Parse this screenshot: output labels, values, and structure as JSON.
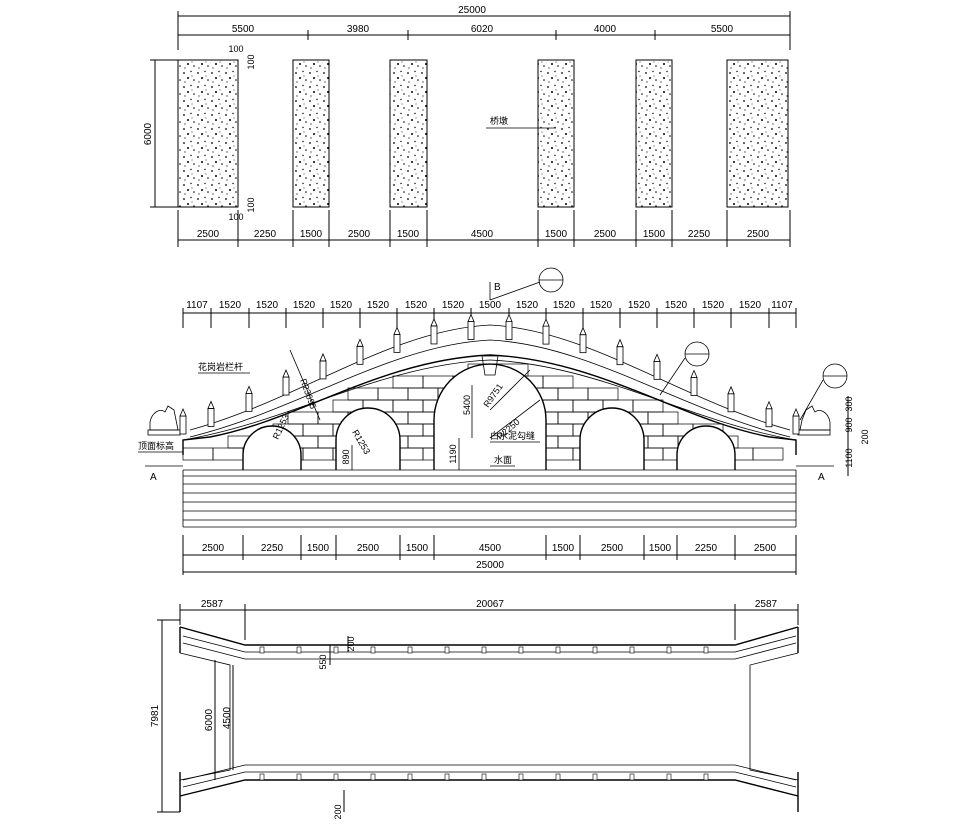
{
  "plan_top": {
    "overall": "25000",
    "upper_dims": [
      "5500",
      "3980",
      "6020",
      "4000",
      "5500"
    ],
    "lower_dims": [
      "2500",
      "2250",
      "1500",
      "2500",
      "1500",
      "4500",
      "1500",
      "2500",
      "1500",
      "2250",
      "2500"
    ],
    "height": "6000",
    "offset_top": "100",
    "offset_side_top": "100",
    "offset_bottom": "100",
    "offset_side_bottom": "100",
    "pier_label": "桥墩"
  },
  "elevation": {
    "top_dims": [
      "1107",
      "1520",
      "1520",
      "1520",
      "1520",
      "1520",
      "1520",
      "1520",
      "1500",
      "1520",
      "1520",
      "1520",
      "1520",
      "1520",
      "1520",
      "1520",
      "1107"
    ],
    "section_B": "B",
    "section_A_left": "A",
    "section_A_right": "A",
    "bottom_dims": [
      "2500",
      "2250",
      "1500",
      "2500",
      "1500",
      "4500",
      "1500",
      "2500",
      "1500",
      "2250",
      "2500"
    ],
    "overall": "25000",
    "r_outer": "R23695",
    "r_mid": "R9751",
    "r_inner": "R2250",
    "r_small_left": "R1253",
    "r_small2": "R1253",
    "h_5400": "5400",
    "h_1190": "1190",
    "h_890": "890",
    "right_dims": [
      "1100",
      "900",
      "300",
      "200"
    ],
    "note_left": "花岗岩栏杆",
    "note_left2": "顶面标高",
    "note_mid": "白水泥勾缝",
    "note_water": "水面"
  },
  "plan_bottom": {
    "top_dims": [
      "2587",
      "20067",
      "2587"
    ],
    "overall_height": "7981",
    "width_outer": "6000",
    "width_inner": "4500",
    "dim_550": "550",
    "dim_200a": "200",
    "dim_200b": "200"
  }
}
